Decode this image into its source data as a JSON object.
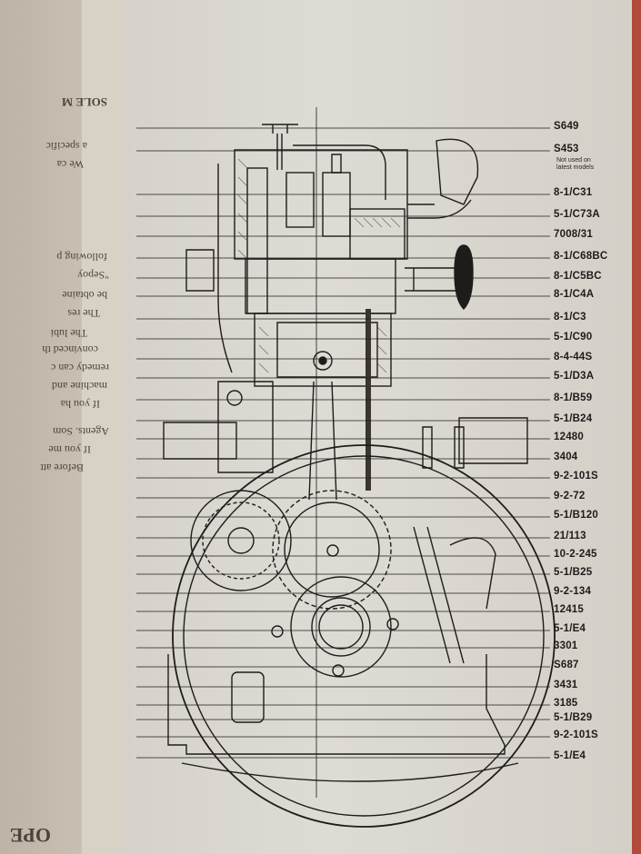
{
  "left_page_lines": [
    "SOLE M",
    "We ca",
    "a specific",
    "following p",
    "\"Sepoy",
    "be obtaine",
    "The res",
    "convinced th",
    "The lubi",
    "remedy can c",
    "machine and",
    "If you ha",
    "Agents. Som",
    "If you me",
    "Before att",
    "OPE"
  ],
  "note_lines": [
    "Not used on",
    "latest models"
  ],
  "parts": [
    "S649",
    "S453",
    "8-1/C31",
    "5-1/C73A",
    "7008/31",
    "8-1/C68BC",
    "8-1/C5BC",
    "8-1/C4A",
    "8-1/C3",
    "5-1/C90",
    "8-4-44S",
    "5-1/D3A",
    "8-1/B59",
    "5-1/B24",
    "12480",
    "3404",
    "9-2-101S",
    "9-2-72",
    "5-1/B120",
    "21/113",
    "10-2-245",
    "5-1/B25",
    "9-2-134",
    "12415",
    "5-1/E4",
    "3301",
    "S687",
    "3431",
    "3185",
    "5-1/B29",
    "9-2-101S",
    "5-1/E4"
  ],
  "colors": {
    "paper": "#dedbd5",
    "ink": "#1e1c1a",
    "frame_red": "#b24a3e",
    "left_paper": "#c9c1b3"
  }
}
